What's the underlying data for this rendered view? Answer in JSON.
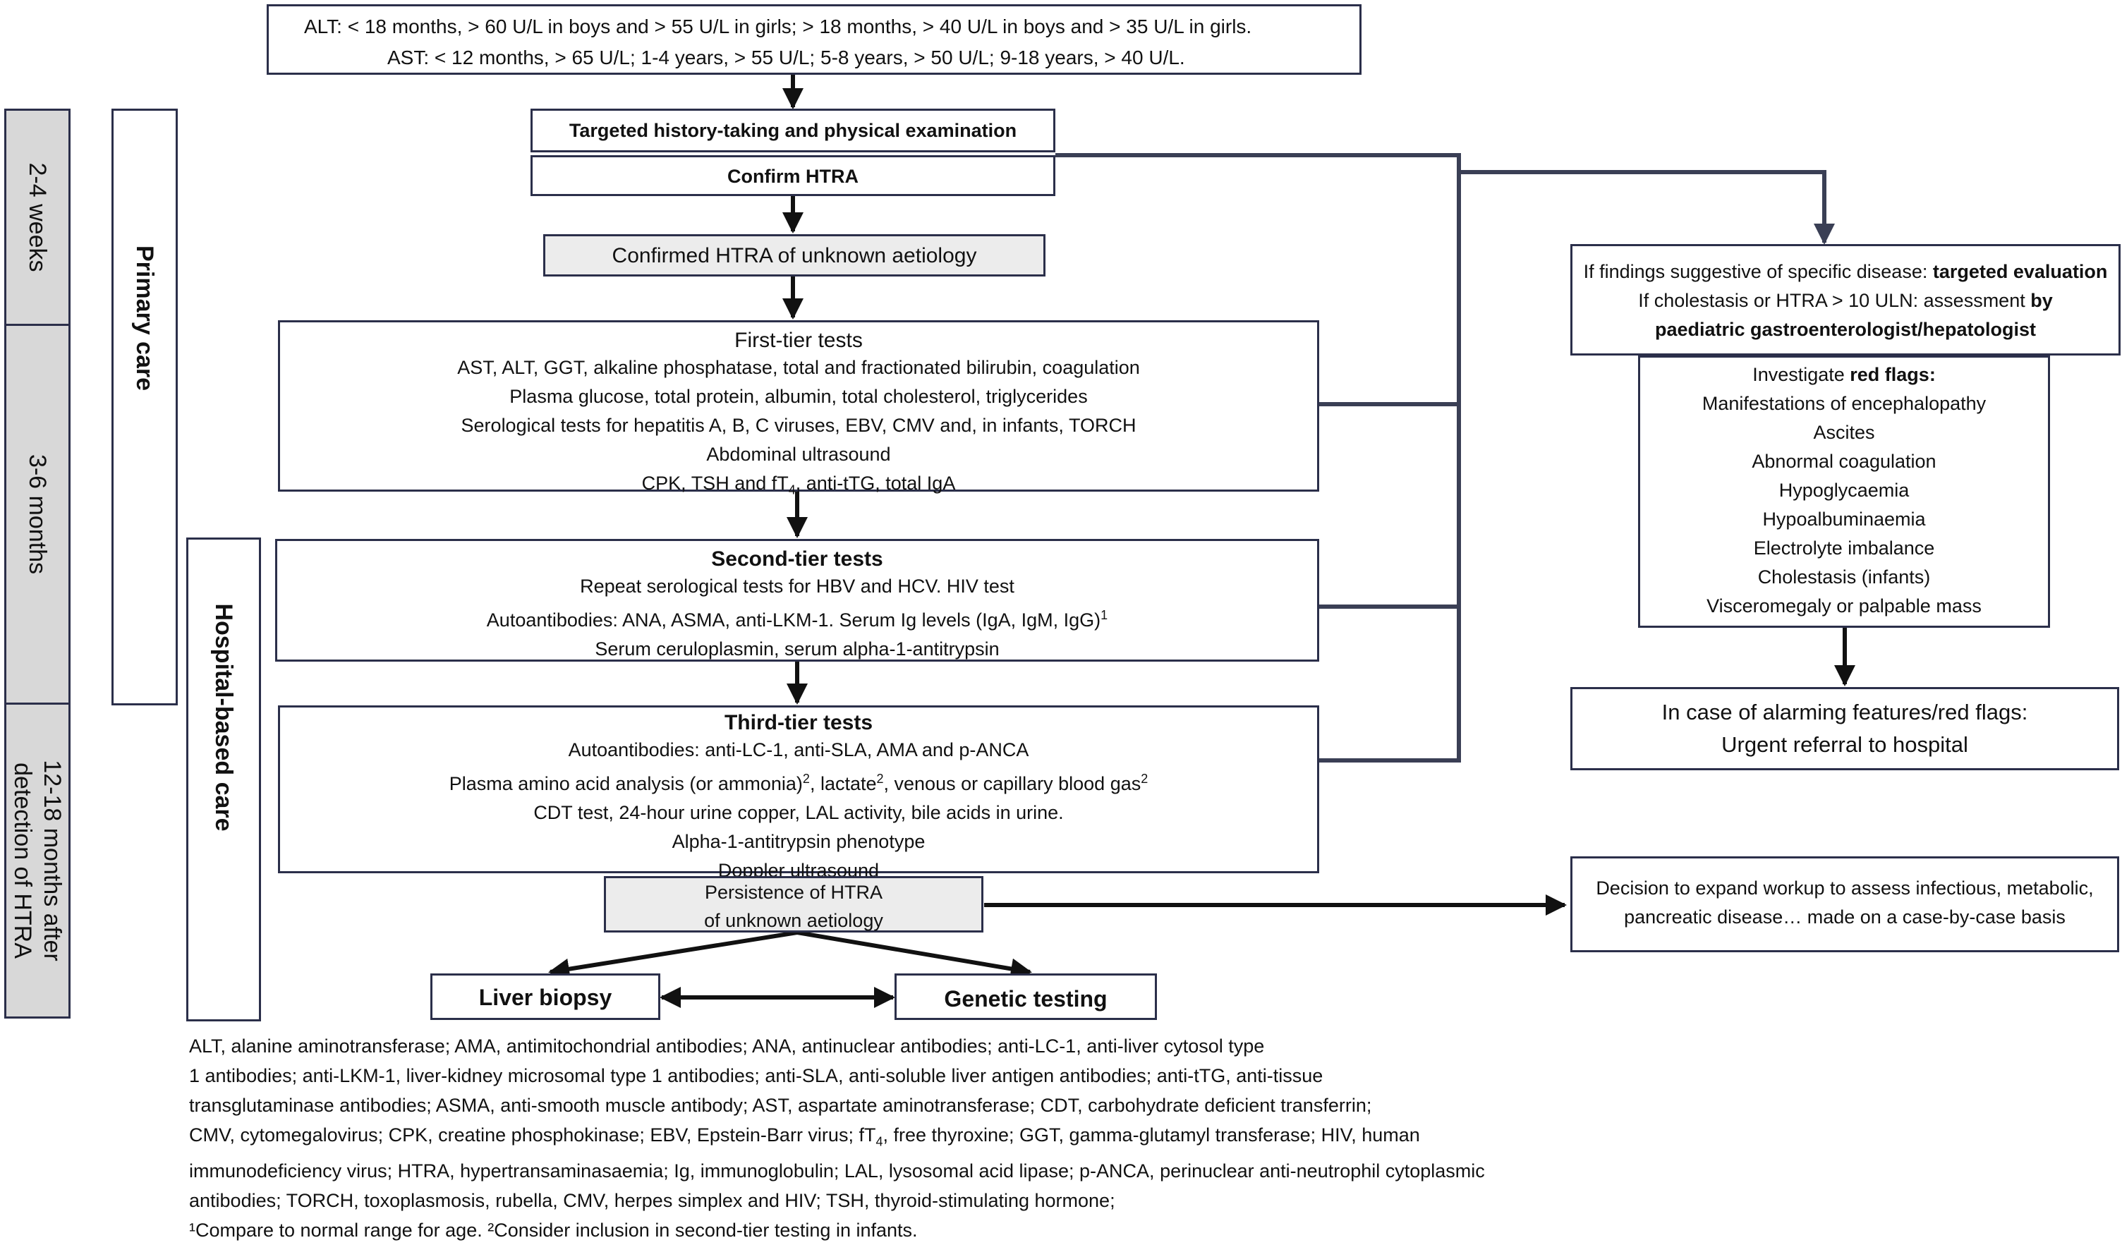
{
  "thresholds": {
    "alt": "ALT: < 18 months, > 60 U/L in boys and > 55 U/L in girls; > 18 months, > 40 U/L in boys and > 35 U/L in girls.",
    "ast": "AST: < 12 months, > 65 U/L; 1-4 years, > 55 U/L; 5-8 years, > 50 U/L; 9-18 years, > 40 U/L."
  },
  "timeline": {
    "period_1": "2-4 weeks",
    "period_2": "3-6 months",
    "period_3_line1": "12-18 months after",
    "period_3_line2": "detection of HTRA"
  },
  "care": {
    "primary": "Primary care",
    "hospital": "Hospital-based care"
  },
  "steps": {
    "history": "Targeted history-taking and physical examination",
    "confirm": "Confirm HTRA",
    "confirmed_unknown": "Confirmed HTRA of unknown aetiology"
  },
  "first_tier": {
    "title": "First-tier tests",
    "items": [
      "AST, ALT, GGT, alkaline phosphatase, total and fractionated bilirubin, coagulation",
      "Plasma glucose, total protein, albumin, total cholesterol, triglycerides",
      "Serological tests for hepatitis A, B, C viruses, EBV, CMV and, in infants, TORCH",
      "Abdominal ultrasound"
    ],
    "last_a": "CPK, TSH and fT",
    "last_sub": "4",
    "last_b": ", anti-tTG, total IgA"
  },
  "second_tier": {
    "title": "Second-tier tests",
    "item1": "Repeat serological tests for HBV and HCV. HIV test",
    "item2": "Autoantibodies: ANA, ASMA, anti-LKM-1. Serum Ig levels (IgA, IgM, IgG)",
    "item2_sup": "1",
    "item3": "Serum ceruloplasmin, serum alpha-1-antitrypsin"
  },
  "third_tier": {
    "title": "Third-tier tests",
    "item1": "Autoantibodies: anti-LC-1, anti-SLA, AMA and p-ANCA",
    "item2_a": "Plasma amino acid analysis (or ammonia)",
    "item2_b": ", lactate",
    "item2_c": ", venous or capillary blood gas",
    "sup2": "2",
    "item3": "CDT test, 24-hour urine copper, LAL activity, bile acids in urine.",
    "item4": "Alpha-1-antitrypsin phenotype",
    "item5": "Doppler ultrasound"
  },
  "persistence": {
    "line1": "Persistence of HTRA",
    "line2": "of unknown aetiology"
  },
  "outcomes": {
    "biopsy": "Liver biopsy",
    "genetic": "Genetic testing"
  },
  "specific": {
    "line1_a": "If findings suggestive of specific disease: ",
    "line1_b": "targeted evaluation",
    "line2_a": "If cholestasis or HTRA > 10  ULN: assessment ",
    "line2_b": "by",
    "line3": "paediatric gastroenterologist/hepatologist"
  },
  "red_flags": {
    "intro_a": "Investigate ",
    "intro_b": "red flags:",
    "items": [
      "Manifestations of encephalopathy",
      "Ascites",
      "Abnormal coagulation",
      "Hypoglycaemia",
      "Hypoalbuminaemia",
      "Electrolyte imbalance",
      "Cholestasis (infants)",
      "Visceromegaly or palpable mass"
    ]
  },
  "urgent": {
    "line1": "In case of alarming features/red flags:",
    "line2": "Urgent referral to hospital"
  },
  "expand": {
    "line1": "Decision to expand workup to assess infectious, metabolic,",
    "line2": "pancreatic disease… made on a case-by-case basis"
  },
  "legend": {
    "lines": [
      "ALT, alanine aminotransferase; AMA, antimitochondrial antibodies; ANA, antinuclear antibodies; anti-LC-1, anti-liver cytosol type",
      "1 antibodies; anti-LKM-1, liver-kidney microsomal type 1 antibodies; anti-SLA, anti-soluble liver antigen antibodies; anti-tTG, anti-tissue",
      "transglutaminase antibodies; ASMA, anti-smooth muscle antibody; AST, aspartate aminotransferase; CDT, carbohydrate deficient transferrin;"
    ],
    "line4_a": "CMV, cytomegalovirus; CPK, creatine phosphokinase; EBV, Epstein-Barr virus; fT",
    "line4_sub": "4",
    "line4_b": ", free thyroxine; GGT, gamma-glutamyl transferase; HIV, human",
    "lines2": [
      "immunodeficiency virus; HTRA, hypertransaminasaemia; Ig, immunoglobulin; LAL, lysosomal acid lipase; p-ANCA, perinuclear anti-neutrophil cytoplasmic",
      "antibodies; TORCH, toxoplasmosis, rubella, CMV, herpes simplex and HIV; TSH, thyroid-stimulating hormone;"
    ],
    "footnotes": "¹Compare to normal range for age. ²Consider inclusion in second-tier testing in infants."
  },
  "colors": {
    "border": "#2b2f4a",
    "grey_fill": "#ececec",
    "timebar_fill": "#d8d8d8",
    "arrow": "#111111"
  }
}
